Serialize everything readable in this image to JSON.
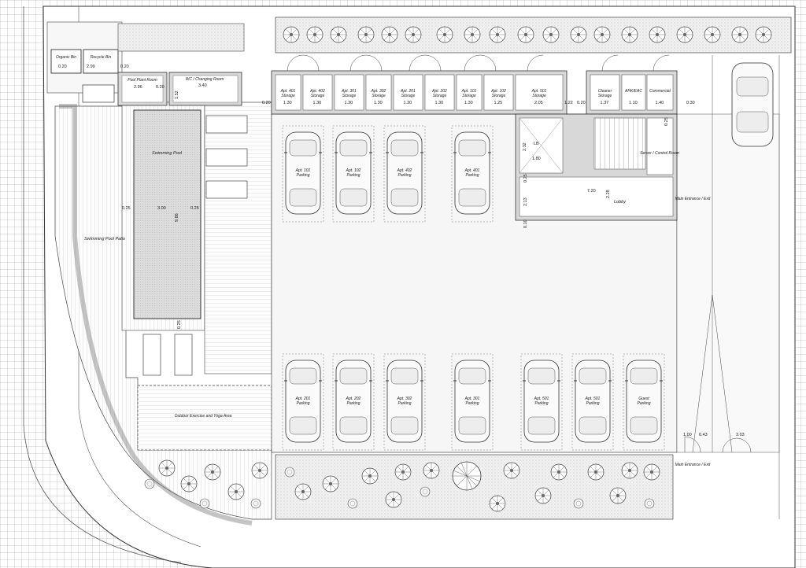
{
  "plan": {
    "rooms": [
      {
        "id": "organic-bin",
        "label": "Organic Bin",
        "value": "0.20"
      },
      {
        "id": "recycle-bin",
        "label": "Recycle Bin",
        "value": "2.99"
      },
      {
        "id": "pool-plant-room",
        "label": "Pool Plant Room",
        "value": "2.96"
      },
      {
        "id": "wc-changing-room",
        "label": "WC / Changing Room",
        "value": "3.40"
      },
      {
        "id": "swimming-pool",
        "label": "Swimming Pool"
      },
      {
        "id": "swimming-pool-patio",
        "label": "Swimming Pool Patio"
      },
      {
        "id": "outdoor-exercise-yoga",
        "label": "Outdoor Exercise and Yoga Area"
      },
      {
        "id": "lobby",
        "label": "Lobby"
      },
      {
        "id": "server-control-room",
        "label": "Server / Control Room"
      },
      {
        "id": "main-entrance-exit-1",
        "label": "Main Entrance / Exit"
      },
      {
        "id": "main-entrance-exit-2",
        "label": "Main Entrance / Exit"
      },
      {
        "id": "lift",
        "label": "LB"
      }
    ],
    "storages": [
      {
        "label": "Apt. 401 Storage",
        "value": "1.30"
      },
      {
        "label": "Apt. 402 Storage",
        "value": "1.30"
      },
      {
        "label": "Apt. 301 Storage",
        "value": "1.30"
      },
      {
        "label": "Apt. 302 Storage",
        "value": "1.30"
      },
      {
        "label": "Apt. 201 Storage",
        "value": "1.30"
      },
      {
        "label": "Apt. 202 Storage",
        "value": "1.30"
      },
      {
        "label": "Apt. 101 Storage",
        "value": "1.30"
      },
      {
        "label": "Apt. 102 Storage",
        "value": "1.25"
      },
      {
        "label": "Apt. 501 Storage",
        "value": "2.05"
      },
      {
        "label": "Cleaner Storage",
        "value": "1.37"
      },
      {
        "label": "AHK/EAC",
        "value": "1.10"
      },
      {
        "label": "Commercial",
        "value": "1.40"
      }
    ],
    "parking_top": [
      "Apt. 101 Parking",
      "Apt. 102 Parking",
      "Apt. 402 Parking",
      "Apt. 401 Parking"
    ],
    "parking_bottom": [
      "Apt. 201 Parking",
      "Apt. 202 Parking",
      "Apt. 302 Parking",
      "Apt. 301 Parking",
      "Apt. 501 Parking",
      "Apt. 501 Parking",
      "Guest Parking"
    ],
    "dimensions": {
      "pool_left": "0.25",
      "pool_width": "3.00",
      "pool_right": "0.25",
      "pool_length": "9.86",
      "pool_bottom": "0.25",
      "wall_020": "0.20",
      "wall_010": "0.10",
      "room_152": "1.52",
      "lift_232": "2.32",
      "lift_180": "1.80",
      "lobby_720": "7.20",
      "lobby_213": "2.13",
      "lobby_228": "2.28",
      "gap_122": "1.22",
      "gap_030": "0.30",
      "gate_100": "1.00",
      "gate_043": "0.43",
      "gate_303": "3.03"
    }
  }
}
